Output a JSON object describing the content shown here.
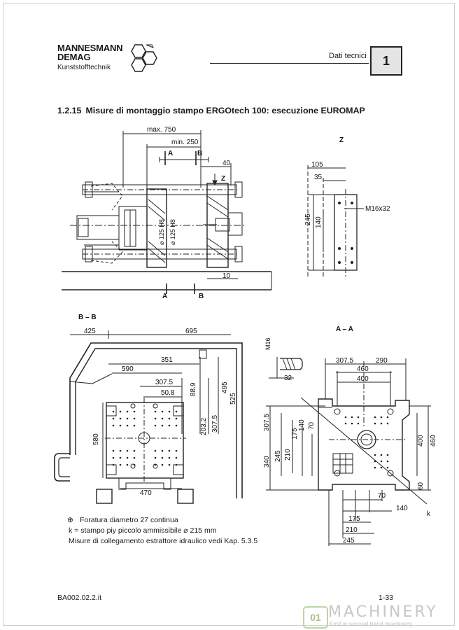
{
  "header": {
    "brand_line1": "MANNESMANN",
    "brand_line2": "DEMAG",
    "brand_sub": "Kunststofftechnik",
    "section_label": "Dati tecnici",
    "chapter": "1"
  },
  "title": {
    "number": "1.2.15",
    "text": "Misure di montaggio stampo ERGOtech 100: esecuzione EUROMAP"
  },
  "top_view": {
    "dims": [
      "max. 750",
      "min. 250",
      "40",
      "10",
      "⌀ 125 H8",
      "⌀ 125 H8"
    ],
    "section_marks": [
      "A",
      "B",
      "A",
      "B"
    ],
    "z_mark": "Z"
  },
  "detail_z": {
    "label": "Z",
    "dims": [
      "105",
      "35",
      "245",
      "140"
    ],
    "thread": "M16x32"
  },
  "section_bb": {
    "label": "B – B",
    "dims": [
      "425",
      "695",
      "351",
      "590",
      "307.5",
      "50.8",
      "88.9",
      "495",
      "525",
      "580",
      "203.2",
      "307.5",
      "470"
    ]
  },
  "section_aa": {
    "label": "A – A",
    "dims": [
      "M16",
      "32",
      "307.5",
      "290",
      "460",
      "400",
      "307.5",
      "175",
      "140",
      "70",
      "245",
      "210",
      "340",
      "400",
      "460",
      "60",
      "70",
      "140",
      "175",
      "210",
      "245"
    ],
    "k_label": "k"
  },
  "notes": {
    "line1": "Foratura diametro 27 continua",
    "line2": "k = stampo piy piccolo ammissibile ⌀ 215 mm",
    "line3": "Misure di collegamento estrattore idraulico vedi Kap. 5.3.5"
  },
  "footer": {
    "doc_id": "BA002.02.2.it",
    "page": "1-33"
  },
  "watermark": {
    "logo": "01",
    "name": "MACHINERY",
    "tagline": "First in second hand machinery"
  }
}
